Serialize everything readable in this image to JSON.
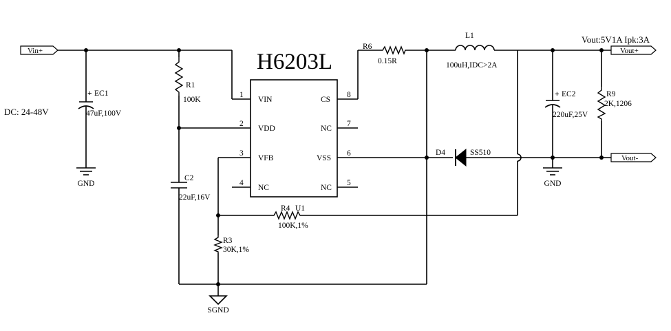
{
  "chip": {
    "name": "H6203L",
    "ref": "U1",
    "pins": [
      {
        "num": "1",
        "name": "VIN"
      },
      {
        "num": "2",
        "name": "VDD"
      },
      {
        "num": "3",
        "name": "VFB"
      },
      {
        "num": "4",
        "name": "NC"
      },
      {
        "num": "8",
        "name": "CS"
      },
      {
        "num": "7",
        "name": "NC"
      },
      {
        "num": "6",
        "name": "VSS"
      },
      {
        "num": "5",
        "name": "NC"
      }
    ]
  },
  "ports": {
    "vin_plus": "Vin+",
    "vout_plus": "Vout+",
    "vout_minus": "Vout-"
  },
  "notes": {
    "dc_input": "DC:  24-48V",
    "output_spec": "Vout:5V1A  Ipk:3A"
  },
  "components": {
    "ec1": {
      "ref": "EC1",
      "value": "47uF,100V"
    },
    "r1": {
      "ref": "R1",
      "value": "100K"
    },
    "c2": {
      "ref": "C2",
      "value": "22uF,16V"
    },
    "r3": {
      "ref": "R3",
      "value": "30K,1%"
    },
    "r4": {
      "ref": "R4",
      "value": "100K,1%"
    },
    "r6": {
      "ref": "R6",
      "value": "0.15R"
    },
    "l1": {
      "ref": "L1",
      "value": "100uH,IDC>2A"
    },
    "d4": {
      "ref": "D4",
      "value": "SS510"
    },
    "ec2": {
      "ref": "EC2",
      "value": "220uF,25V"
    },
    "r9": {
      "ref": "R9",
      "value": "2K,1206"
    }
  },
  "grounds": {
    "gnd1": "GND",
    "gnd2": "GND",
    "sgnd": "SGND"
  },
  "polarity_mark": "+"
}
